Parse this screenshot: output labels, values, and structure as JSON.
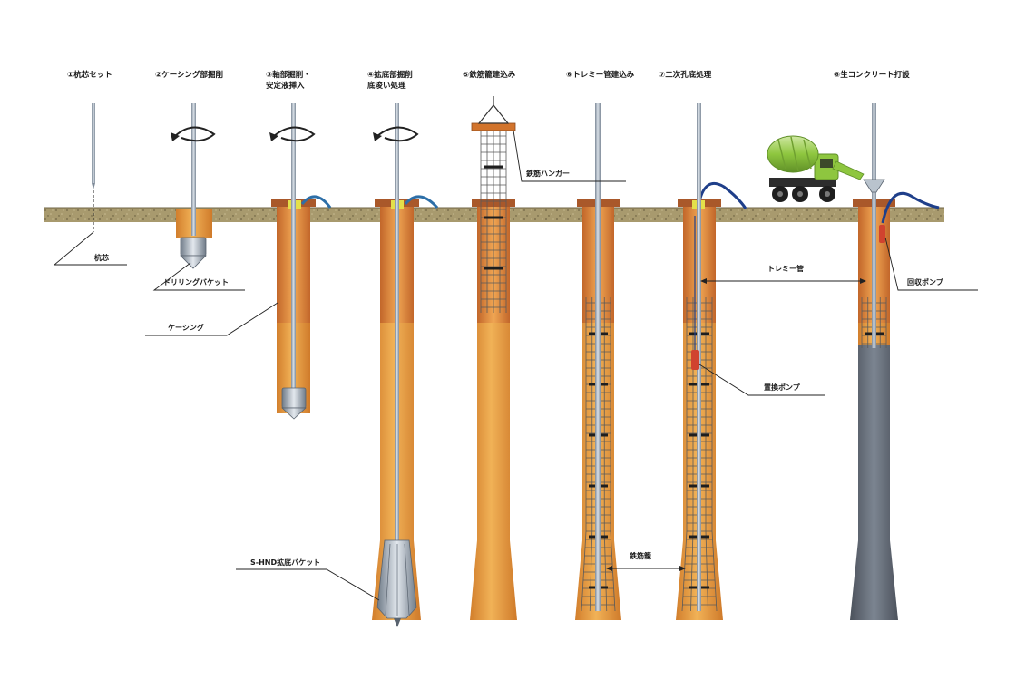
{
  "steps": [
    {
      "title_line1": "①杭芯セット",
      "title_line2": ""
    },
    {
      "title_line1": "②ケーシング部掘削",
      "title_line2": ""
    },
    {
      "title_line1": "③軸部掘削・",
      "title_line2": "安定液挿入"
    },
    {
      "title_line1": "④拡底部掘削",
      "title_line2": "底浚い処理"
    },
    {
      "title_line1": "⑤鉄筋籠建込み",
      "title_line2": ""
    },
    {
      "title_line1": "⑥トレミー管建込み",
      "title_line2": ""
    },
    {
      "title_line1": "⑦二次孔底処理",
      "title_line2": ""
    },
    {
      "title_line1": "⑧生コンクリート打設",
      "title_line2": ""
    }
  ],
  "callouts": {
    "pile_center": "杭芯",
    "drilling_bucket": "ドリリングバケット",
    "casing": "ケーシング",
    "rebar_hanger": "鉄筋ハンガー",
    "tremie_pipe": "トレミー管",
    "recovery_pump": "回収ポンプ",
    "replacement_pump": "置換ポンプ",
    "underream_bucket": "S-HND拡底バケット",
    "rebar_cage": "鉄筋籠"
  },
  "colors": {
    "ground": "#a89a6e",
    "casing": "#d8893a",
    "borehole": "#e49c3e",
    "rod": "#9aa6b4",
    "concrete": "#5d6470",
    "mixer_truck": "#8ec63f",
    "rebar": "#6b6b6b"
  }
}
